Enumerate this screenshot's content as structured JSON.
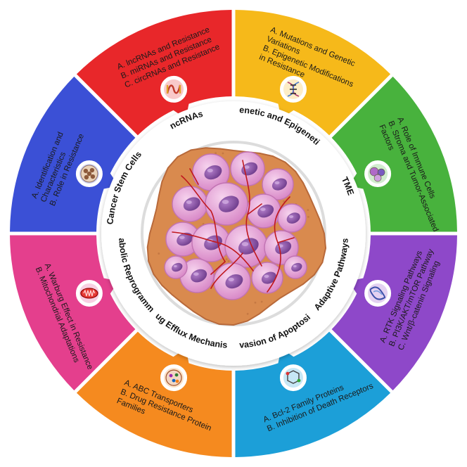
{
  "colors": {
    "red": "#e8272a",
    "yellow": "#f6b91a",
    "green": "#48b23d",
    "purple": "#8e48c9",
    "teal": "#1c9fd8",
    "orange": "#f58a1f",
    "pink": "#e43f8d",
    "blue": "#3b50d6",
    "tumor": "#d98a4e",
    "cell": "#e7a6d8",
    "nucleus": "#8a4fa6"
  },
  "segments": [
    {
      "id": "ncrnas",
      "ring_label": "ncRNAs",
      "color": "#e8272a",
      "icon": "rna-strand-icon",
      "items": [
        "A. lncRNAs and Resistance",
        "B. miRNAs and Resistance",
        "C. circRNAs and Resistance"
      ]
    },
    {
      "id": "genetic",
      "ring_label": "Genetic and Epigenetic",
      "color": "#f6b91a",
      "icon": "dna-helix-icon",
      "items": [
        "A. Mutations and Genetic",
        "Variations",
        "B. Epigenetic Modifications",
        "in Resistance"
      ]
    },
    {
      "id": "tme",
      "ring_label": "TME",
      "color": "#48b23d",
      "icon": "immune-cells-icon",
      "items": [
        "A. Role of Immune Cells",
        "B. Stroma and Tumor-Associated",
        "Factors"
      ]
    },
    {
      "id": "adaptive",
      "ring_label": "Adaptive Pathways",
      "color": "#8e48c9",
      "icon": "protein-structure-icon",
      "items": [
        "A. RTK Signaling Pathways",
        "B. PI3K/AKT/mTOR Pathway",
        "C. Wnt/β-catenin Signaling"
      ]
    },
    {
      "id": "apoptosis",
      "ring_label": "Evasion of Apoptosis",
      "color": "#1c9fd8",
      "icon": "molecule-icon",
      "items": [
        "A. Bcl-2 Family Proteins",
        "B. Inhibition of Death Receptors"
      ]
    },
    {
      "id": "efflux",
      "ring_label": "Drug Efflux Mechanisms",
      "color": "#f58a1f",
      "icon": "transporter-icon",
      "items": [
        "A. ABC Transporters",
        "B. Drug Resistance Protein",
        "Families"
      ]
    },
    {
      "id": "metabolic",
      "ring_label": "Metabolic Reprogramming",
      "color": "#e43f8d",
      "icon": "mitochondria-icon",
      "items": [
        "A. Warburg Effect in Resistance",
        "B. Mitochondrial Adaptations"
      ]
    },
    {
      "id": "stem",
      "ring_label": "Cancer Stem Cells",
      "color": "#3b50d6",
      "icon": "stem-cells-icon",
      "items": [
        "A. Identification and",
        "Characteristics",
        "B. Role in Resistance"
      ]
    }
  ]
}
